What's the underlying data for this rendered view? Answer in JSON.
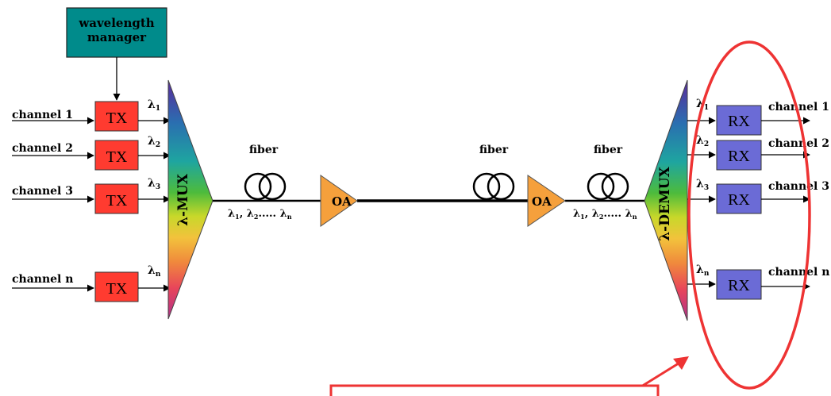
{
  "wavelength_manager": {
    "line1": "wavelength",
    "line2": "manager"
  },
  "tx_channels": [
    {
      "label": "channel 1",
      "box": "TX",
      "lambda_sym": "λ",
      "lambda_sub": "1"
    },
    {
      "label": "channel 2",
      "box": "TX",
      "lambda_sym": "λ",
      "lambda_sub": "2"
    },
    {
      "label": "channel 3",
      "box": "TX",
      "lambda_sym": "λ",
      "lambda_sub": "3"
    },
    {
      "label": "channel n",
      "box": "TX",
      "lambda_sym": "λ",
      "lambda_sub": "n"
    }
  ],
  "rx_channels": [
    {
      "label": "channel 1",
      "box": "RX",
      "lambda_sym": "λ",
      "lambda_sub": "1"
    },
    {
      "label": "channel 2",
      "box": "RX",
      "lambda_sym": "λ",
      "lambda_sub": "2"
    },
    {
      "label": "channel 3",
      "box": "RX",
      "lambda_sym": "λ",
      "lambda_sub": "3"
    },
    {
      "label": "channel n",
      "box": "RX",
      "lambda_sym": "λ",
      "lambda_sub": "n"
    }
  ],
  "mux_label": "λ-MUX",
  "demux_label": "λ-DEMUX",
  "fiber_labels": [
    "fiber",
    "fiber",
    "fiber"
  ],
  "amplifier_label": "OA",
  "wdm_signal": {
    "left": [
      "λ",
      "1",
      ", λ",
      "2",
      "..... λ",
      "n"
    ],
    "right": [
      "λ",
      "1",
      ", λ",
      "2",
      "..... λ",
      "n"
    ]
  },
  "colors": {
    "tx_fill": "#ff3b30",
    "rx_fill": "#6b6bd6",
    "manager_fill": "#008b8b",
    "amplifier_fill": "#f5a03c",
    "highlight": "#ee3333"
  }
}
